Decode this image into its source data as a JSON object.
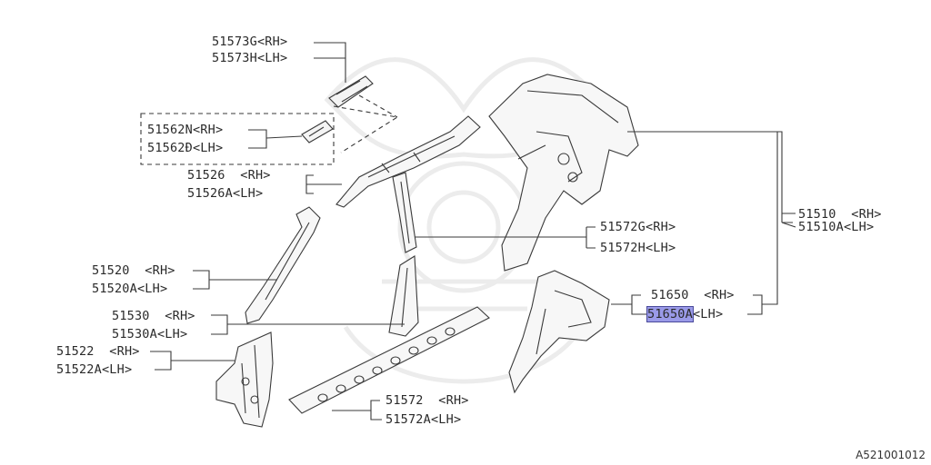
{
  "labels": {
    "l51573g": "51573G<RH>",
    "l51573h": "51573H<LH>",
    "l51562n": "51562N<RH>",
    "l51562o": "51562Ð<LH>",
    "l51526": "51526  <RH>",
    "l51526a": "51526A<LH>",
    "l51520": "51520  <RH>",
    "l51520a": "51520A<LH>",
    "l51530": "51530  <RH>",
    "l51530a": "51530A<LH>",
    "l51522": "51522  <RH>",
    "l51522a": "51522A<LH>",
    "l51572": "51572  <RH>",
    "l51572a": "51572A<LH>",
    "l51572g": "51572G<RH>",
    "l51572h": "51572H<LH>",
    "l51510": "51510  <RH>",
    "l51510a": "51510A<LH>",
    "l51650": "51650  <RH>",
    "l51650a_code": "51650A",
    "l51650a_side": "<LH>"
  },
  "figure_code": "A521001012"
}
